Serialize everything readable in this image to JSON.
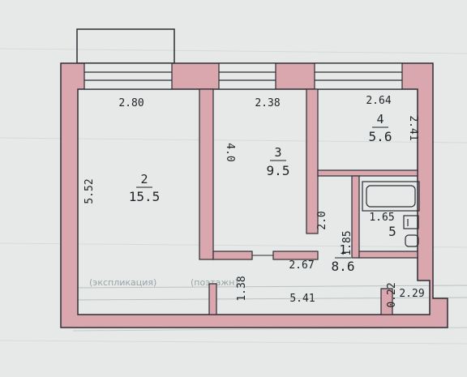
{
  "colors": {
    "paper": "#e6e9e8",
    "wall": "#d9a7ad",
    "ink": "#2a2e33"
  },
  "rooms": [
    {
      "number": "2",
      "area": "15.5"
    },
    {
      "number": "3",
      "area": "9.5"
    },
    {
      "number": "4",
      "area": "5.6"
    },
    {
      "number": "1",
      "area": "8.6"
    },
    {
      "area": "5"
    }
  ],
  "dimensions": {
    "d_2_80": "2.80",
    "d_2_38": "2.38",
    "d_2_64": "2.64",
    "d_4_0": "4.0",
    "d_2_41": "2.41",
    "d_5_52": "5.52",
    "d_2_0": "2.0",
    "d_1_65": "1.65",
    "d_1_85": "1.85",
    "d_2_67": "2.67",
    "d_1_38": "1.38",
    "d_5_41": "5.41",
    "d_2_29": "2.29",
    "d_0_22": "0.22"
  },
  "stamp": {
    "line1": "(экспликация)",
    "line2": "(поэтажн)"
  }
}
